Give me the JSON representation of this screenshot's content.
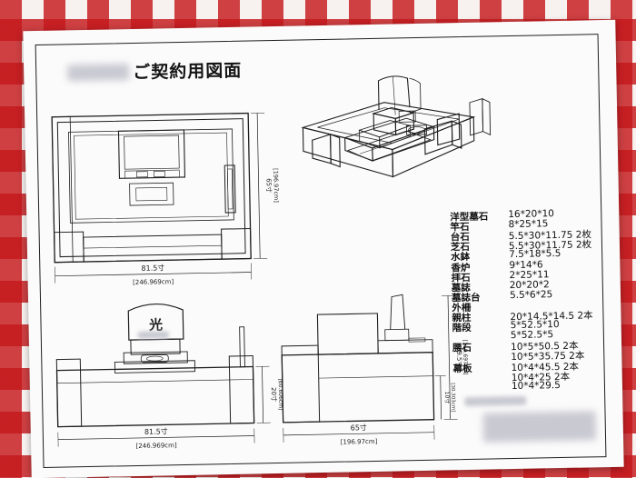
{
  "title": "ご契約用図面",
  "plan": {
    "dim_width": "81.5寸",
    "dim_width_mm": "[246.969cm]",
    "dim_depth": "65寸",
    "dim_depth_mm": "[196.97cm]"
  },
  "front": {
    "kanji": "光",
    "dim_width": "81.5寸",
    "dim_width_mm": "[246.969cm]",
    "dim_height": "20寸",
    "dim_height_mm": "[60.606cm]"
  },
  "side": {
    "dim_width": "65寸",
    "dim_width_mm": "[196.97cm]",
    "dim_h1": "39.5寸",
    "dim_h1_mm": "[119.697cm]",
    "dim_h2": "10寸",
    "dim_h2_mm": "[30.303cm]"
  },
  "parts": [
    {
      "name": "洋型墓石",
      "value": "16*20*10"
    },
    {
      "name": "竿石",
      "value": "8*25*15"
    },
    {
      "name": "台石",
      "value": "5.5*30*11.75 2枚"
    },
    {
      "name": "芝石",
      "value": "5.5*30*11.75 2枚"
    },
    {
      "name": "水鉢",
      "value": "7.5*18*5.5"
    },
    {
      "name": "香炉",
      "value": "9*14*6"
    },
    {
      "name": "拝石",
      "value": "2*25*11"
    },
    {
      "name": "墓誌",
      "value": "20*20*2"
    },
    {
      "name": "墓誌台",
      "value": "5.5*6*25"
    },
    {
      "name": "外柵",
      "value": ""
    },
    {
      "name": "親柱",
      "value": "20*14.5*14.5 2本"
    },
    {
      "name": "階段",
      "value": "5*52.5*10"
    },
    {
      "name": "",
      "value": "5*52.5*5"
    },
    {
      "name": "腰石",
      "value": "10*5*50.5   2本"
    },
    {
      "name": "",
      "value": "10*5*35.75  2本"
    },
    {
      "name": "幕板",
      "value": "10*4*45.5   2本"
    },
    {
      "name": "",
      "value": "10*4*25     2本"
    },
    {
      "name": "",
      "value": "10*4*29.5"
    }
  ]
}
